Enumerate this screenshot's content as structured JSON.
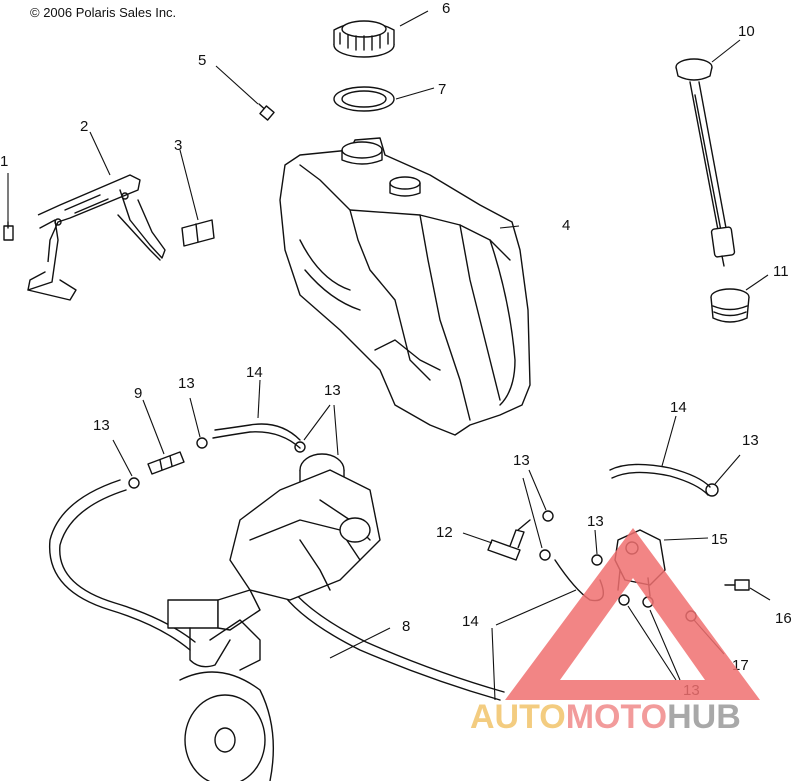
{
  "copyright": "© 2006 Polaris Sales Inc.",
  "callouts": {
    "c1": "1",
    "c2": "2",
    "c3": "3",
    "c4": "4",
    "c5": "5",
    "c6": "6",
    "c7": "7",
    "c8": "8",
    "c9": "9",
    "c10": "10",
    "c11": "11",
    "c12": "12",
    "c13a": "13",
    "c13b": "13",
    "c13c": "13",
    "c13d": "13",
    "c13e": "13",
    "c13f": "13",
    "c13g": "13",
    "c14a": "14",
    "c14b": "14",
    "c14c": "14",
    "c15": "15",
    "c16": "16",
    "c17": "17"
  },
  "watermark": {
    "part1": "AUTO",
    "part2": "MOTO",
    "part3": "HUB",
    "color_auto": "#f2c46a",
    "color_moto": "#f08a8a",
    "color_hub": "#9a9a9a",
    "triangle_color": "#f07070"
  }
}
